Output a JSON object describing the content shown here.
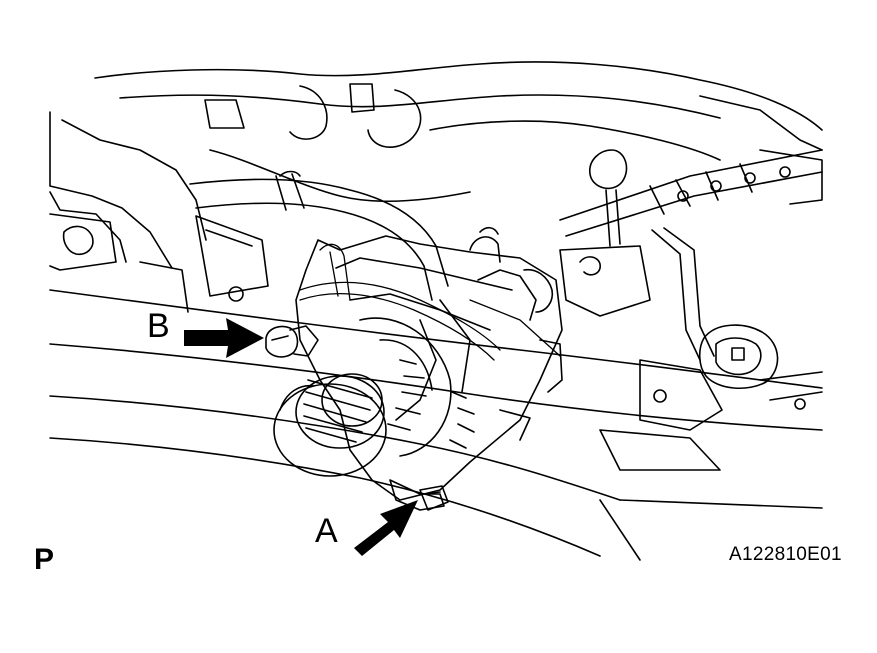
{
  "labels": {
    "b": "B",
    "a": "A",
    "p": "P"
  },
  "figure_code": "A122810E01",
  "colors": {
    "ink": "#000000",
    "paper": "#ffffff"
  }
}
